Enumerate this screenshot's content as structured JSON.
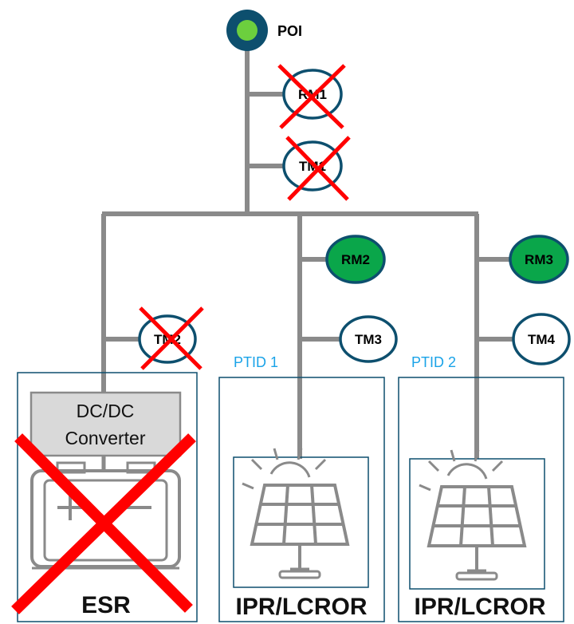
{
  "poi": {
    "label": "POI"
  },
  "meters": {
    "rm1": {
      "label": "RM1"
    },
    "tm1": {
      "label": "TM1"
    },
    "tm2": {
      "label": "TM2"
    },
    "rm2": {
      "label": "RM2"
    },
    "tm3": {
      "label": "TM3"
    },
    "rm3": {
      "label": "RM3"
    },
    "tm4": {
      "label": "TM4"
    }
  },
  "ptid1": {
    "label": "PTID 1"
  },
  "ptid2": {
    "label": "PTID 2"
  },
  "converter": {
    "line1": "DC/DC",
    "line2": "Converter"
  },
  "esr": {
    "label": "ESR"
  },
  "ipr1": {
    "label": "IPR/LCROR"
  },
  "ipr2": {
    "label": "IPR/LCROR"
  },
  "colors": {
    "line": "#8a8a8a",
    "green": "#0aa64a",
    "navy": "#0d4f6e",
    "cross": "#ff0000",
    "ptid": "#1aa3e8"
  }
}
